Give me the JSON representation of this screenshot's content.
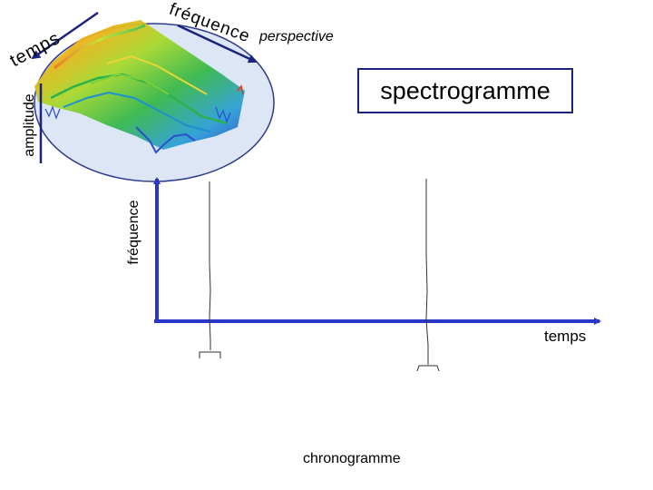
{
  "labels": {
    "title": "spectrogramme",
    "perspective": "perspective",
    "time_axis": "temps",
    "frequency_axis": "fréquence",
    "waveform": "chronogramme",
    "inset_time_axis": "temps",
    "inset_frequency_axis": "fréquence",
    "inset_amplitude_axis": "amplitude"
  },
  "colors": {
    "axis": "#2b35c8",
    "ellipse_border": "#2b3a8e",
    "ellipse_fill": "#dce6f5",
    "title_border": "#1a237e",
    "trace": "#333333"
  }
}
